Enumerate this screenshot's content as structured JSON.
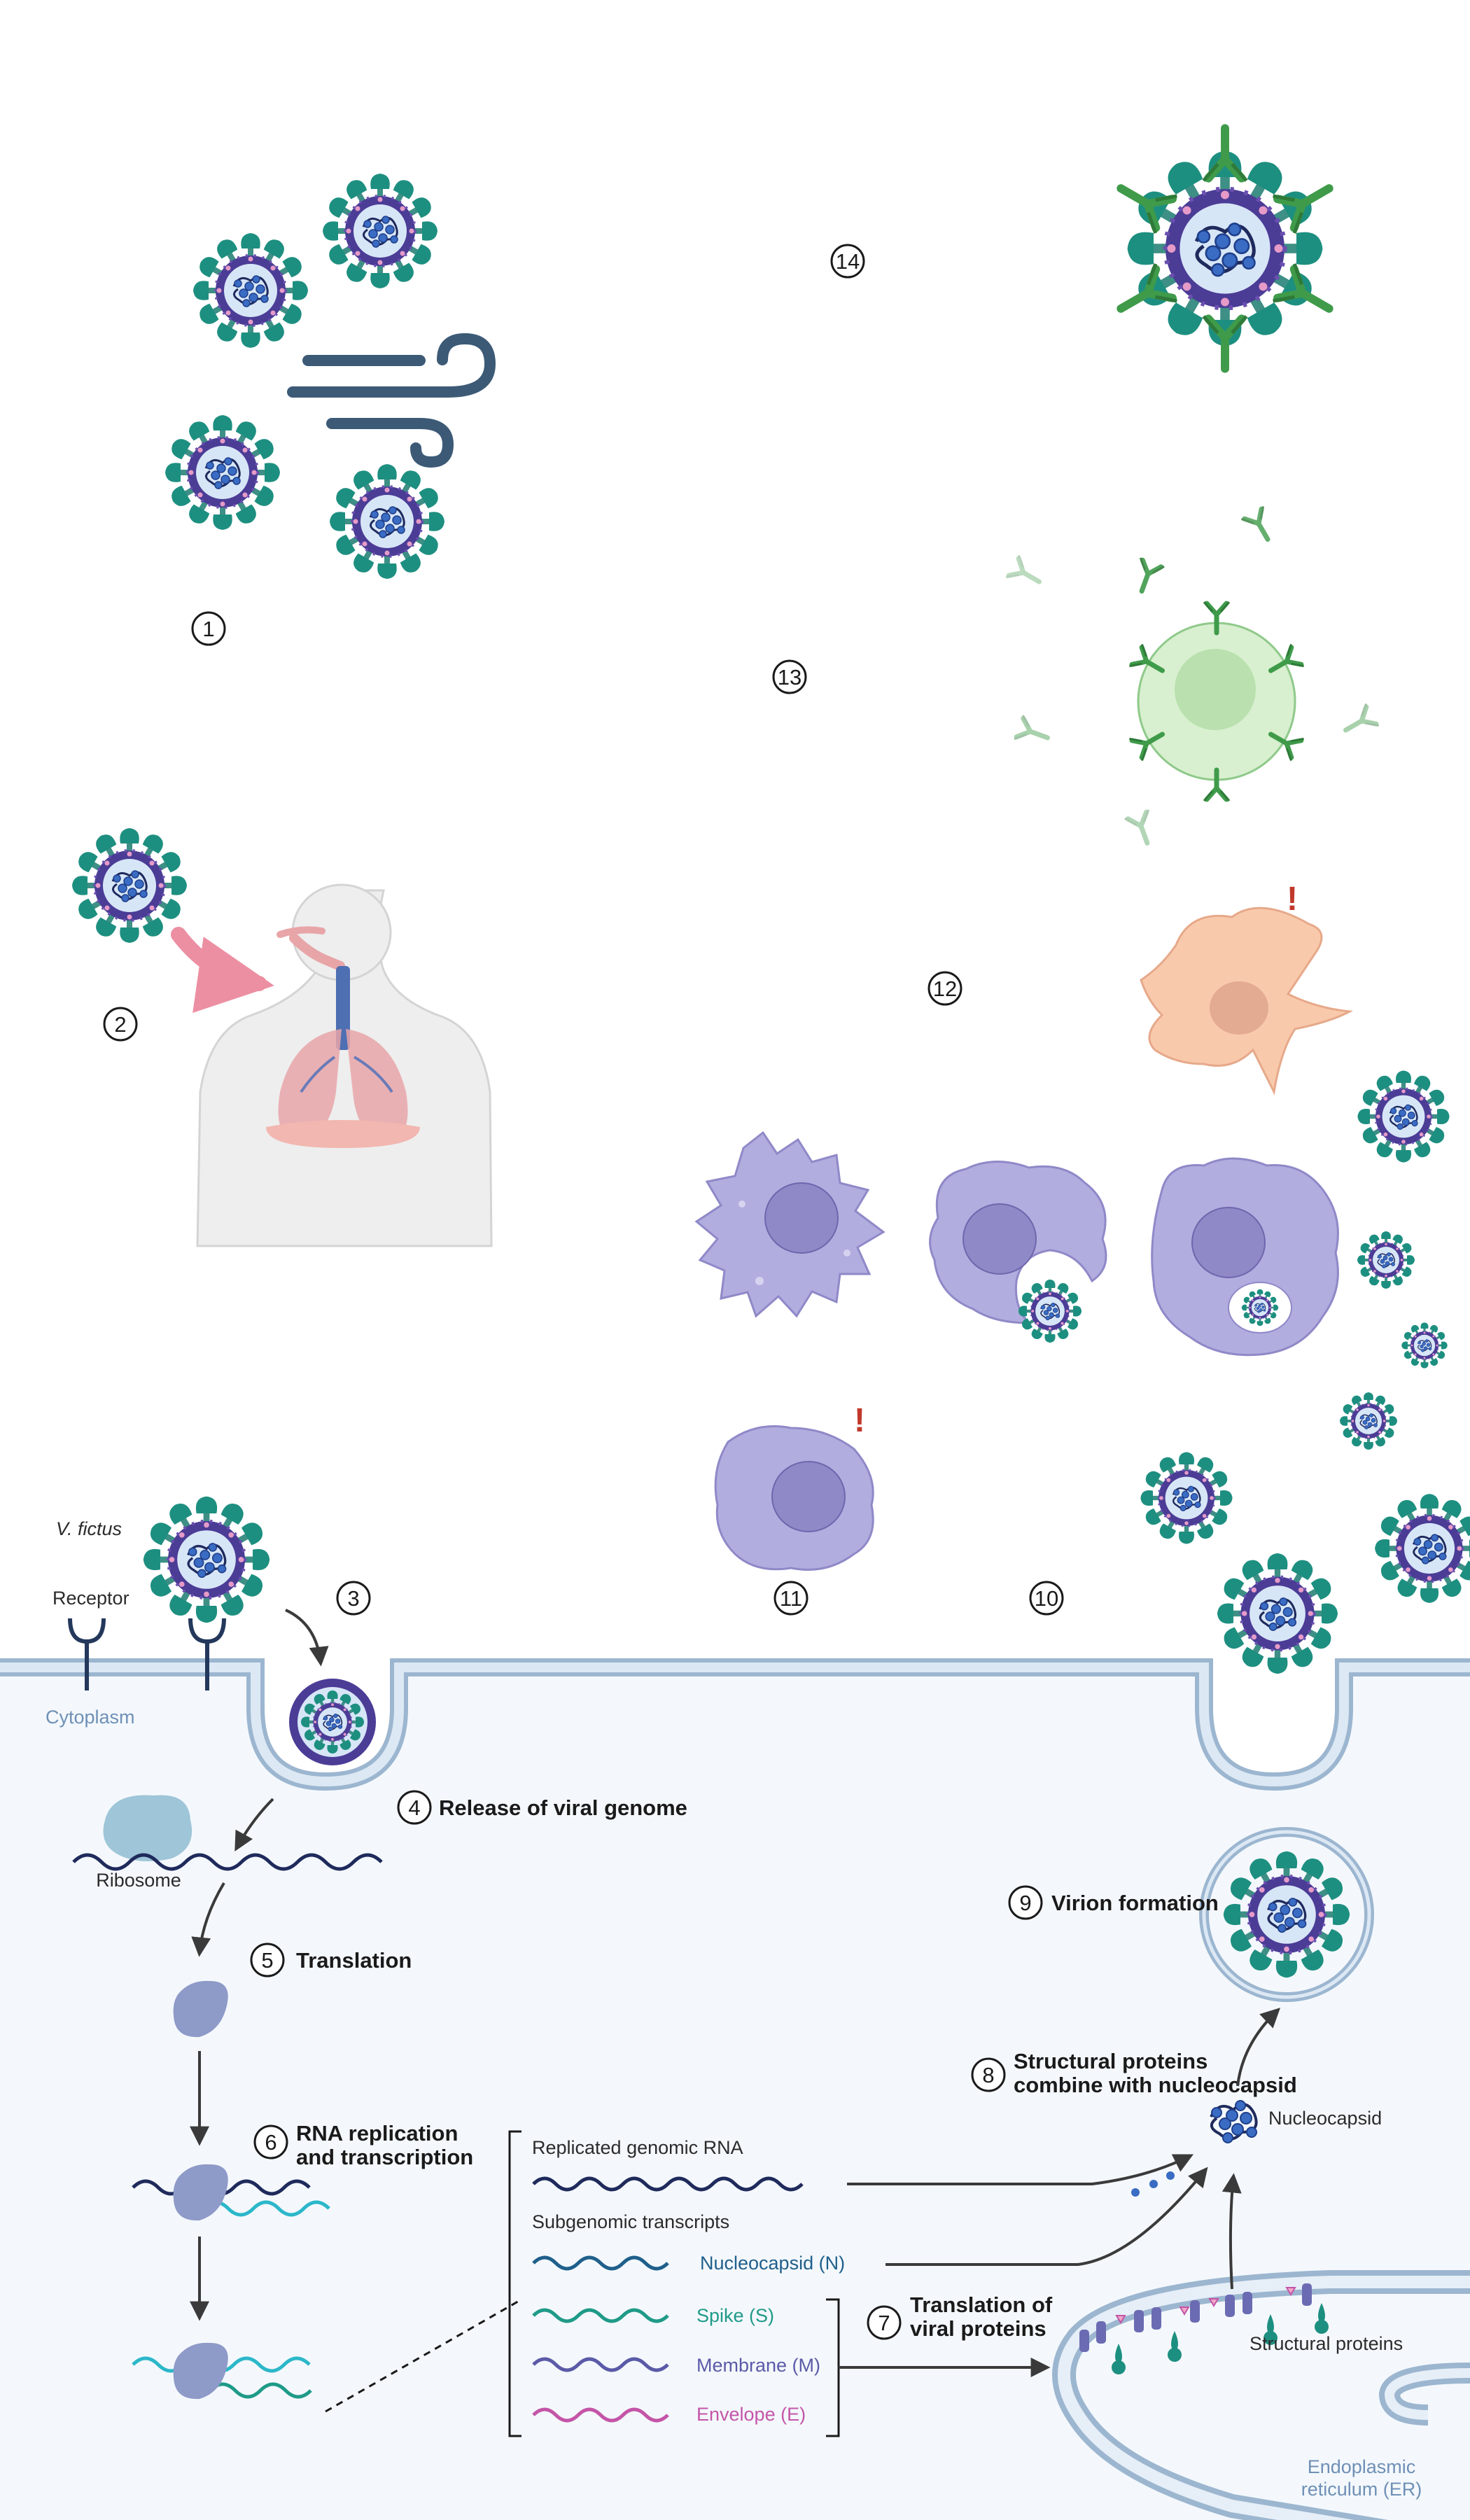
{
  "labels": {
    "virus_name": "V. fictus",
    "receptor": "Receptor",
    "cytoplasm": "Cytoplasm",
    "ribosome": "Ribosome",
    "nucleocapsid": "Nucleocapsid",
    "structural_proteins": "Structural proteins",
    "er_line1": "Endoplasmic",
    "er_line2": "reticulum (ER)"
  },
  "steps": {
    "s1": "1",
    "s2": "2",
    "s3": "3",
    "s4": "4",
    "s4_label": "Release of viral genome",
    "s5": "5",
    "s5_label": "Translation",
    "s6": "6",
    "s6_label_line1": "RNA replication",
    "s6_label_line2": "and transcription",
    "s7": "7",
    "s7_label_line1": "Translation of",
    "s7_label_line2": "viral proteins",
    "s8": "8",
    "s8_label_line1": "Structural proteins",
    "s8_label_line2": "combine with nucleocapsid",
    "s9": "9",
    "s9_label": "Virion formation",
    "s10": "10",
    "s11": "11",
    "s12": "12",
    "s13": "13",
    "s14": "14"
  },
  "rna_box": {
    "replicated": "Replicated genomic RNA",
    "subgenomic": "Subgenomic transcripts",
    "items": [
      {
        "name": "Nucleocapsid (N)",
        "color": "#1f5f8b"
      },
      {
        "name": "Spike (S)",
        "color": "#1f9a88"
      },
      {
        "name": "Membrane (M)",
        "color": "#5b5aa8"
      },
      {
        "name": "Envelope (E)",
        "color": "#c455a8"
      }
    ]
  },
  "colors": {
    "spike": "#1d8f80",
    "envelope": "#4b3c96",
    "virion_core": "#d7e6f7",
    "genome": "#1f2a5c",
    "membrane": "#c4d6e8",
    "cytoplasm_bg": "#f4f8fc",
    "macrophage": "#b2addf",
    "dendritic": "#f9c9ac",
    "bcell": "#cfe9c6",
    "antibody": "#3f9b4a",
    "alert": "#c0392b",
    "arrow": "#3a3a3a",
    "human_tract": "#e8a5a8"
  }
}
